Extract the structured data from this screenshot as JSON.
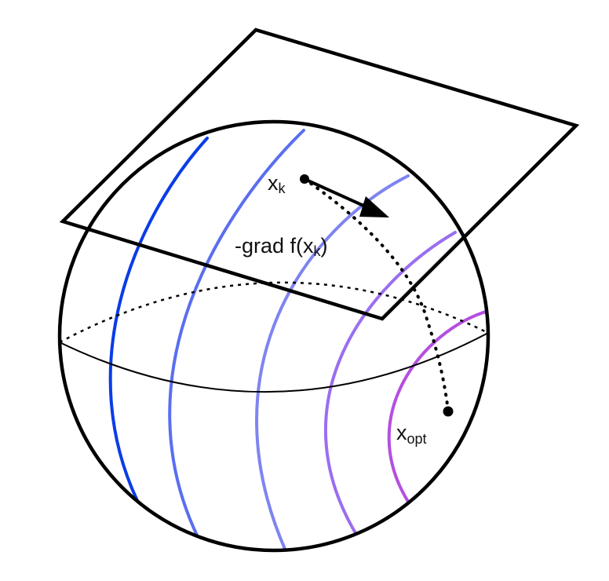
{
  "labels": {
    "xk": {
      "base": "x",
      "sub": "k"
    },
    "gradient": {
      "prefix": "-grad f(",
      "base": "x",
      "sub": "k",
      "suffix": ")"
    },
    "xopt": {
      "base": "x",
      "sub": "opt"
    }
  },
  "colors": {
    "outline": "#000000",
    "contours": [
      "#0a3ce6",
      "#5a6ef0",
      "#7e84f0",
      "#9a6ef0",
      "#b44fe0"
    ]
  }
}
